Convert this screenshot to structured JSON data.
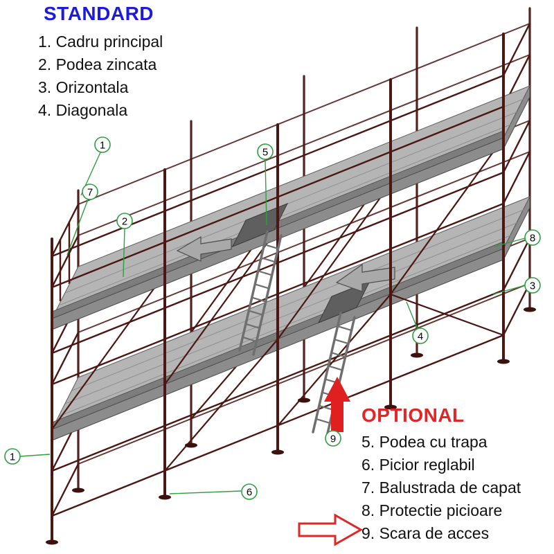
{
  "colors": {
    "heading-blue": "#1c1cd8",
    "heading-red": "#e02626",
    "callout-green": "#2f9e3f",
    "tube-maroon": "#4a1713",
    "deck-gray": "#b5b5b5",
    "deck-dark-gray": "#8c8c8c",
    "arrow-red": "#e02020",
    "text-black": "#111111",
    "background": "#ffffff"
  },
  "standard": {
    "heading": "STANDARD",
    "items": [
      "1. Cadru principal",
      "2. Podea zincata",
      "3. Orizontala",
      "4. Diagonala"
    ]
  },
  "optional": {
    "heading": "OPTIONAL",
    "items": [
      "5. Podea cu trapa",
      "6. Picior reglabil",
      "7. Balustrada de capat",
      "8. Protectie picioare",
      "9. Scara de acces"
    ]
  },
  "callouts": {
    "c1top": "1",
    "c7": "7",
    "c2": "2",
    "c5": "5",
    "c8": "8",
    "c3": "3",
    "c4": "4",
    "c9": "9",
    "c6": "6",
    "c1left": "1"
  }
}
